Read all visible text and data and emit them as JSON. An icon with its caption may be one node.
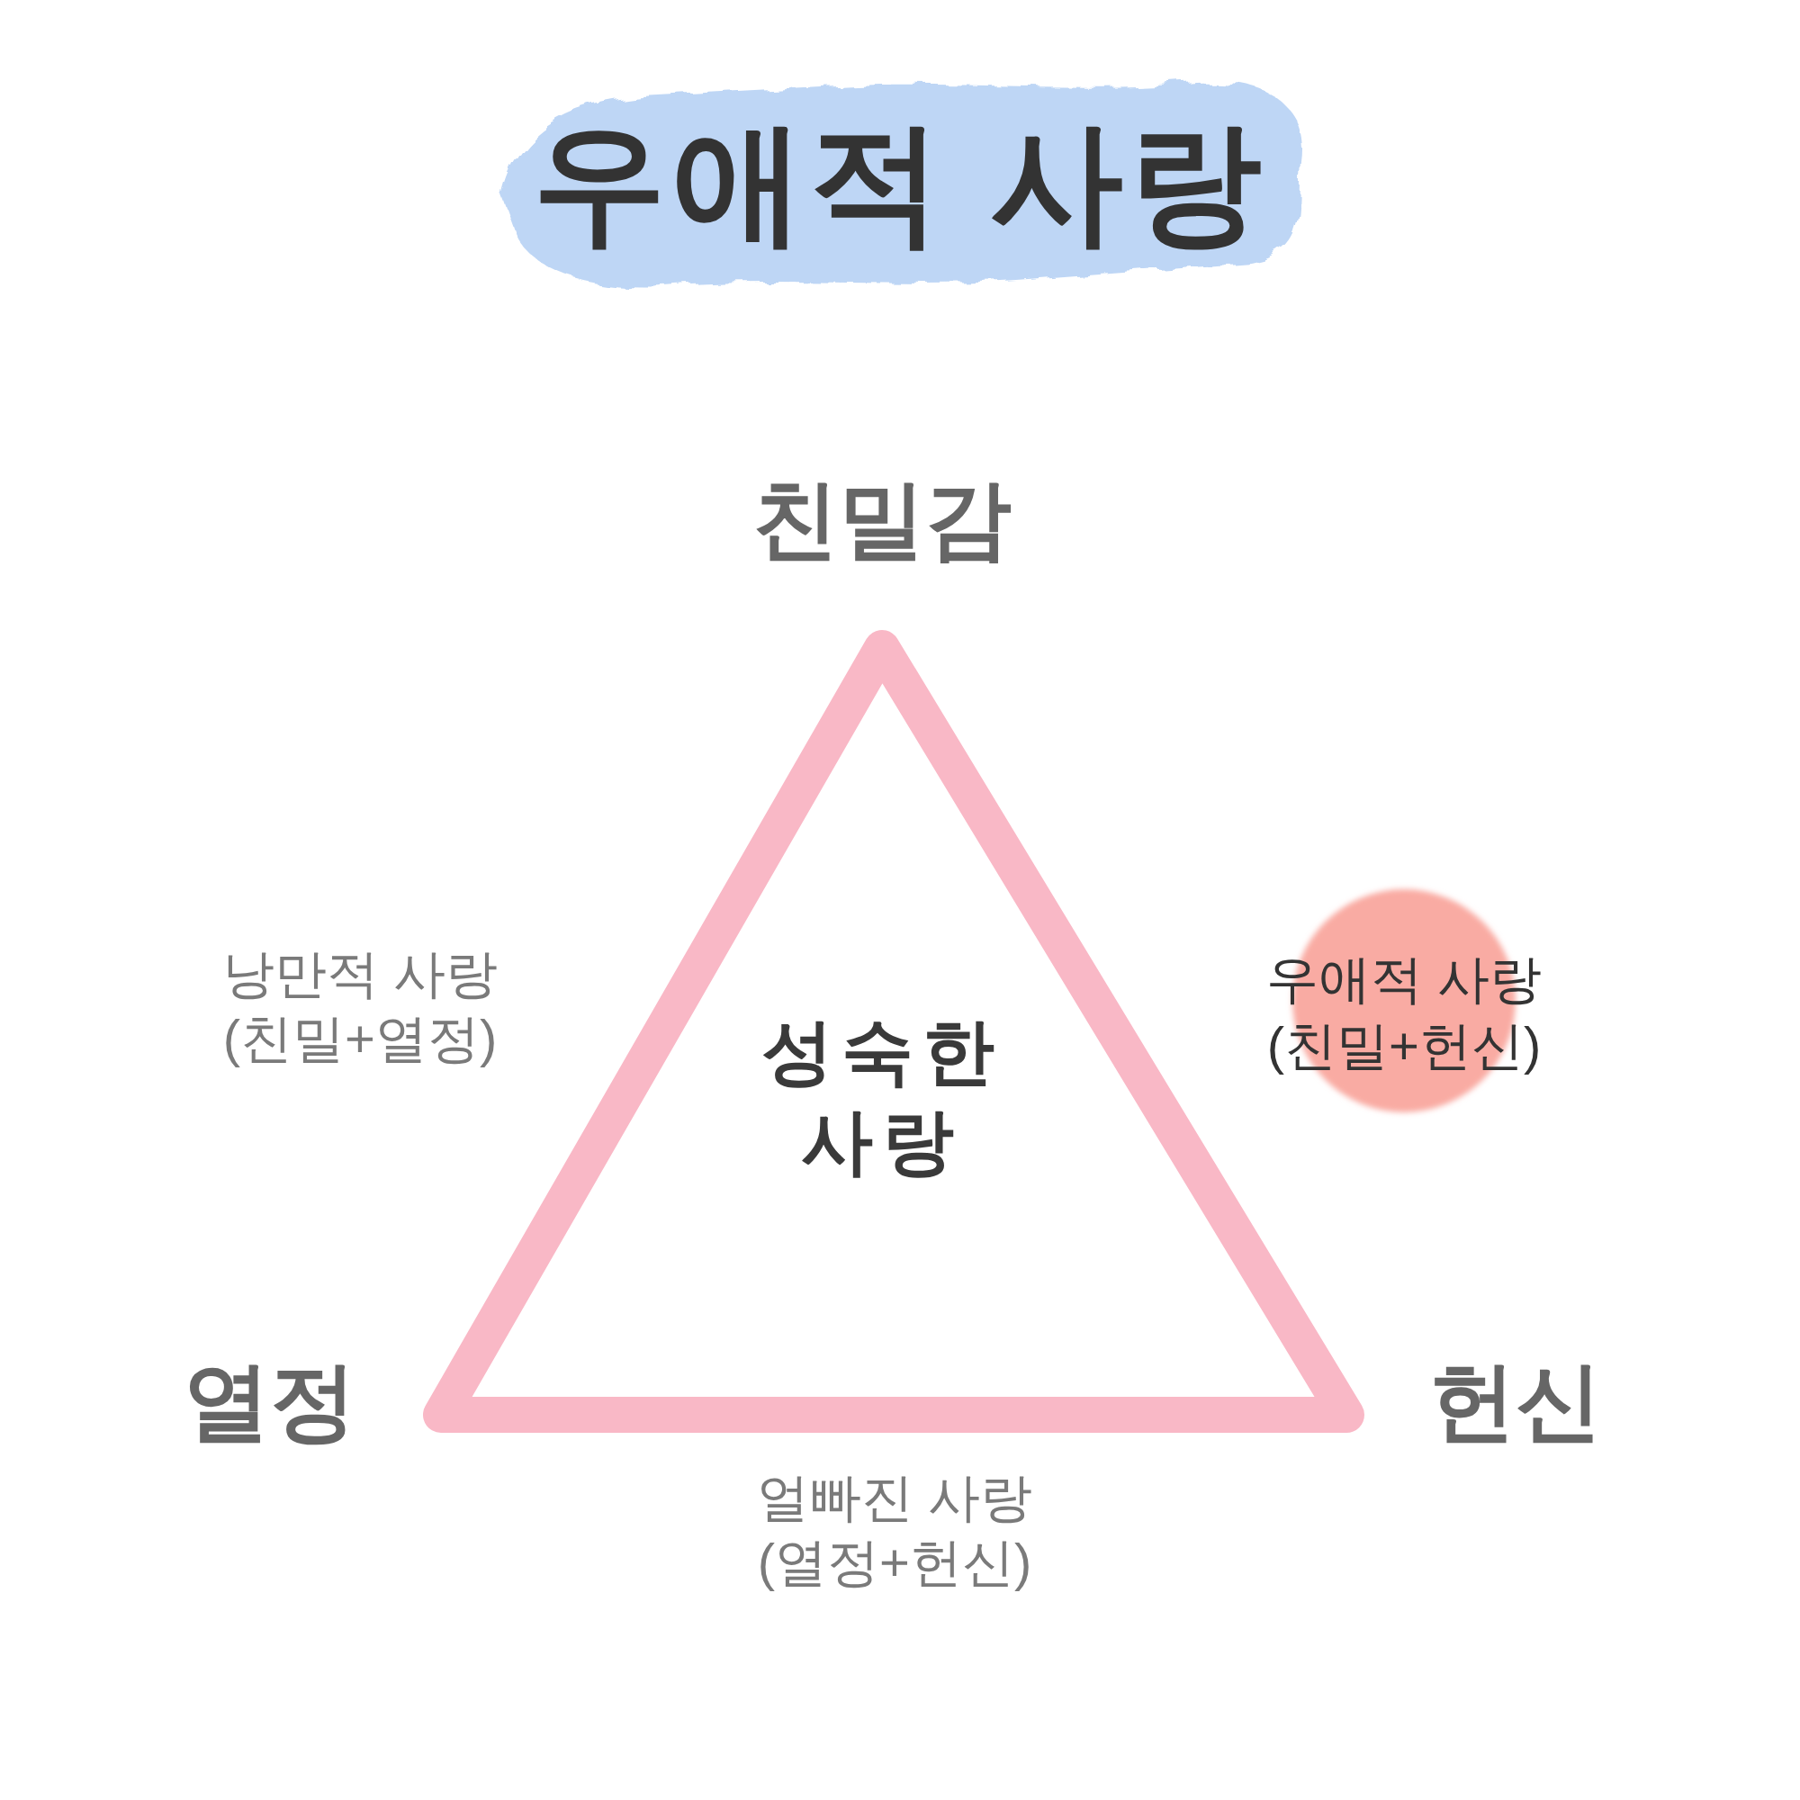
{
  "diagram": {
    "title": "우애적 사랑",
    "nodes": [
      {
        "text": [
          "성숙한 사랑"
        ]
      },
      {
        "text": [
          "우애적 사랑 (친밀+헌신)"
        ]
      }
    ],
    "labels": [
      "친밀감",
      "낭만적 사랑 (친밀+열정)",
      "열정",
      "헌신",
      "얼빠진 사랑 (열정+헌신)"
    ]
  }
}
